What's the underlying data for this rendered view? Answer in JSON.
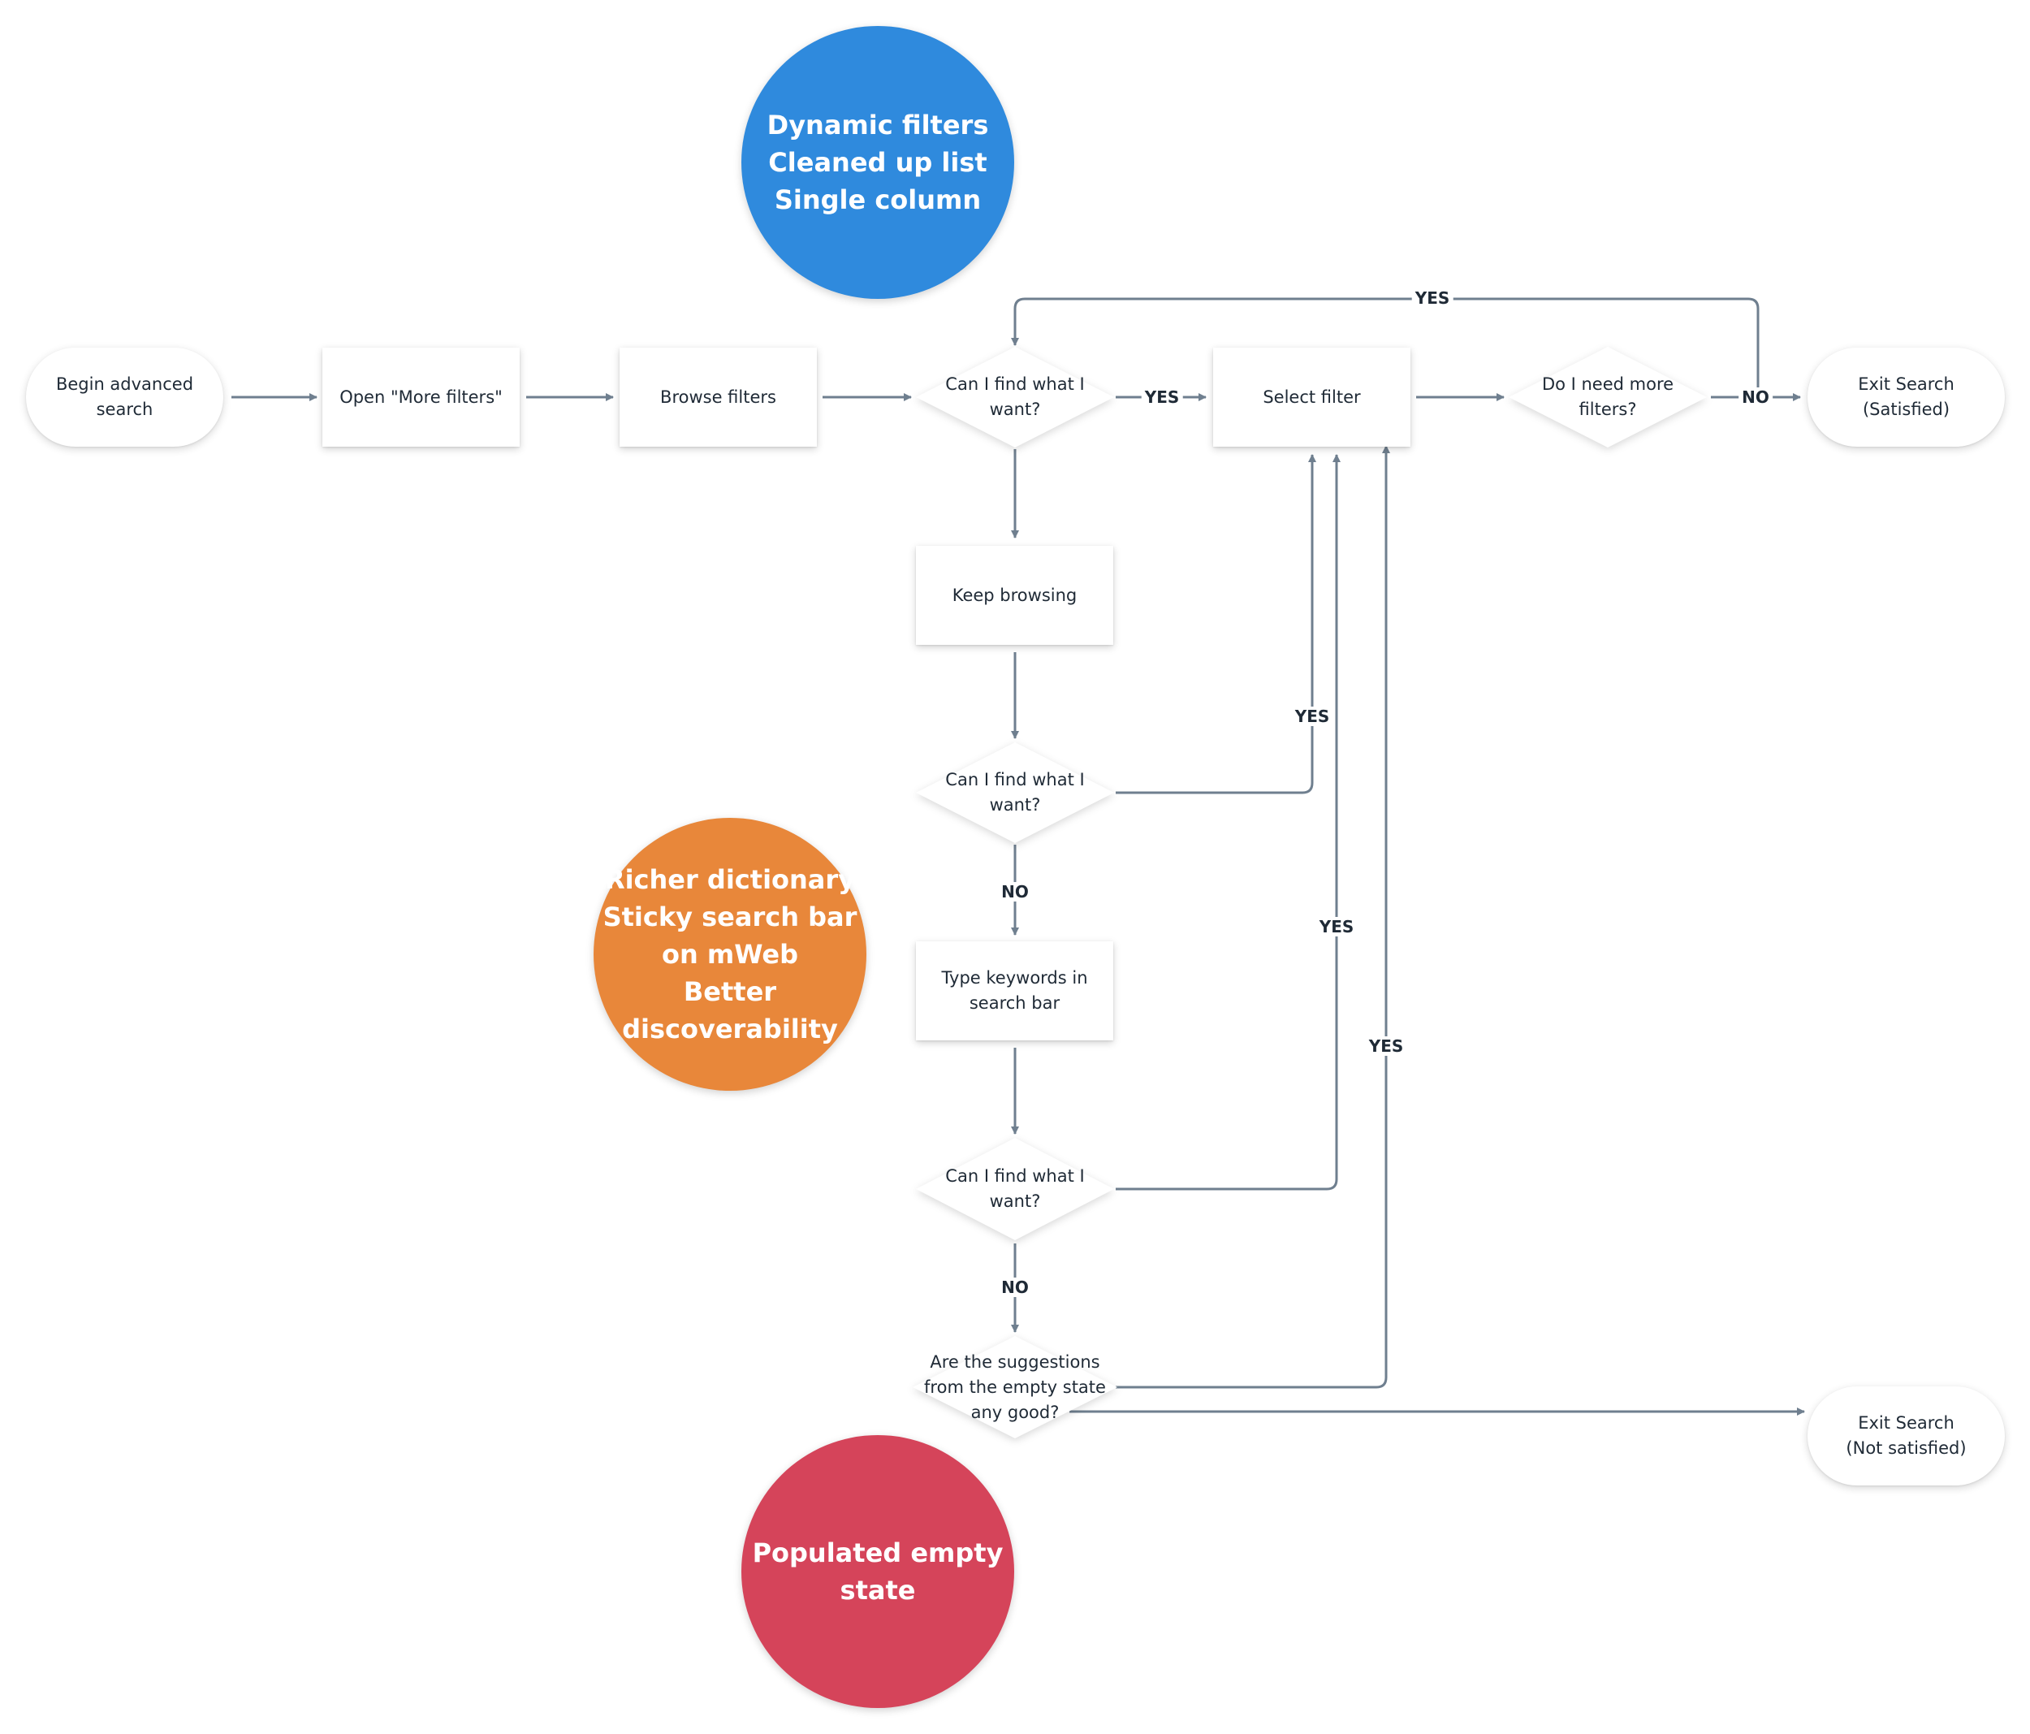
{
  "colors": {
    "connector": "#6f7f8f",
    "circle_blue": "#2f8add",
    "circle_orange": "#e8873a",
    "circle_red": "#d5445a"
  },
  "nodes": {
    "begin": "Begin advanced\nsearch",
    "open_more": "Open \"More filters\"",
    "browse": "Browse filters",
    "q_find_1": "Can I find what I\nwant?",
    "select_filter": "Select filter",
    "q_more_filters": "Do I need more\nfilters?",
    "exit_satisfied": "Exit Search\n(Satisfied)",
    "keep_browsing": "Keep browsing",
    "q_find_2": "Can I find what I\nwant?",
    "type_keywords": "Type keywords in\nsearch bar",
    "q_find_3": "Can I find what I\nwant?",
    "q_suggestions": "Are the suggestions\nfrom the empty state\nany good?",
    "exit_not_satisfied": "Exit Search\n(Not satisfied)"
  },
  "edge_labels": {
    "yes_find1_select": "YES",
    "yes_loop_top": "YES",
    "no_more_filters": "NO",
    "yes_find2": "YES",
    "no_find2": "NO",
    "yes_find3": "YES",
    "no_find3": "NO",
    "yes_suggestions": "YES"
  },
  "callouts": {
    "blue": "Dynamic filters\nCleaned up list\nSingle column",
    "orange": "Richer dictionary\nSticky search bar\non mWeb\nBetter\ndiscoverability",
    "red": "Populated empty\nstate"
  }
}
